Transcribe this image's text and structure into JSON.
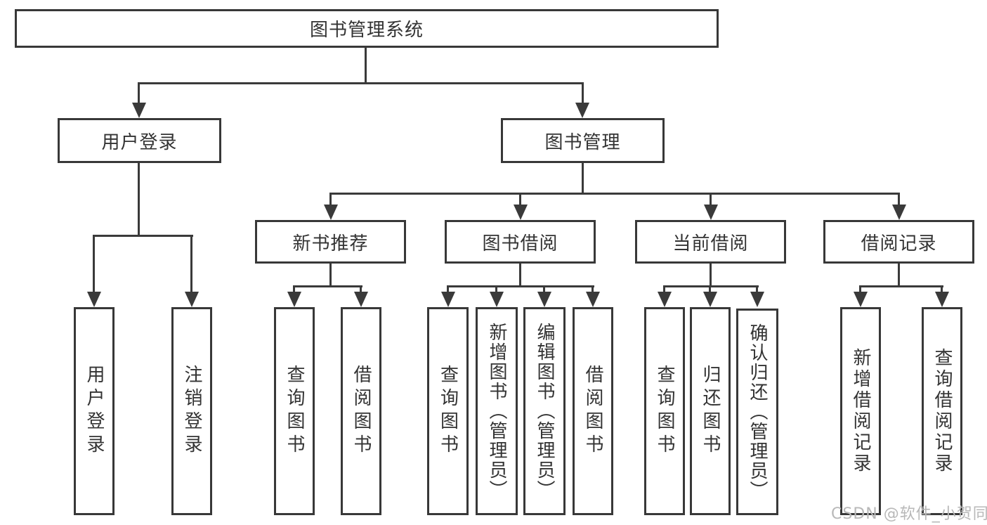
{
  "colors": {
    "line": "#3a3a3a",
    "border": "#383838",
    "text": "#333333",
    "watermark": "#b8b8b8",
    "background": "#ffffff"
  },
  "nodes": {
    "root": "图书管理系统",
    "level2": [
      "用户登录",
      "图书管理"
    ],
    "login_children": [
      "用户登录",
      "注销登录"
    ],
    "level3": [
      "新书推荐",
      "图书借阅",
      "当前借阅",
      "借阅记录"
    ],
    "recommend_children": [
      "查询图书",
      "借阅图书"
    ],
    "borrow_children": [
      "查询图书",
      "新增图书（管理员）",
      "编辑图书（管理员）",
      "借阅图书"
    ],
    "current_children": [
      "查询图书",
      "归还图书",
      "确认归还（管理员）"
    ],
    "record_children": [
      "新增借阅记录",
      "查询借阅记录"
    ]
  },
  "watermark": "CSDN @软件_小贺同学"
}
